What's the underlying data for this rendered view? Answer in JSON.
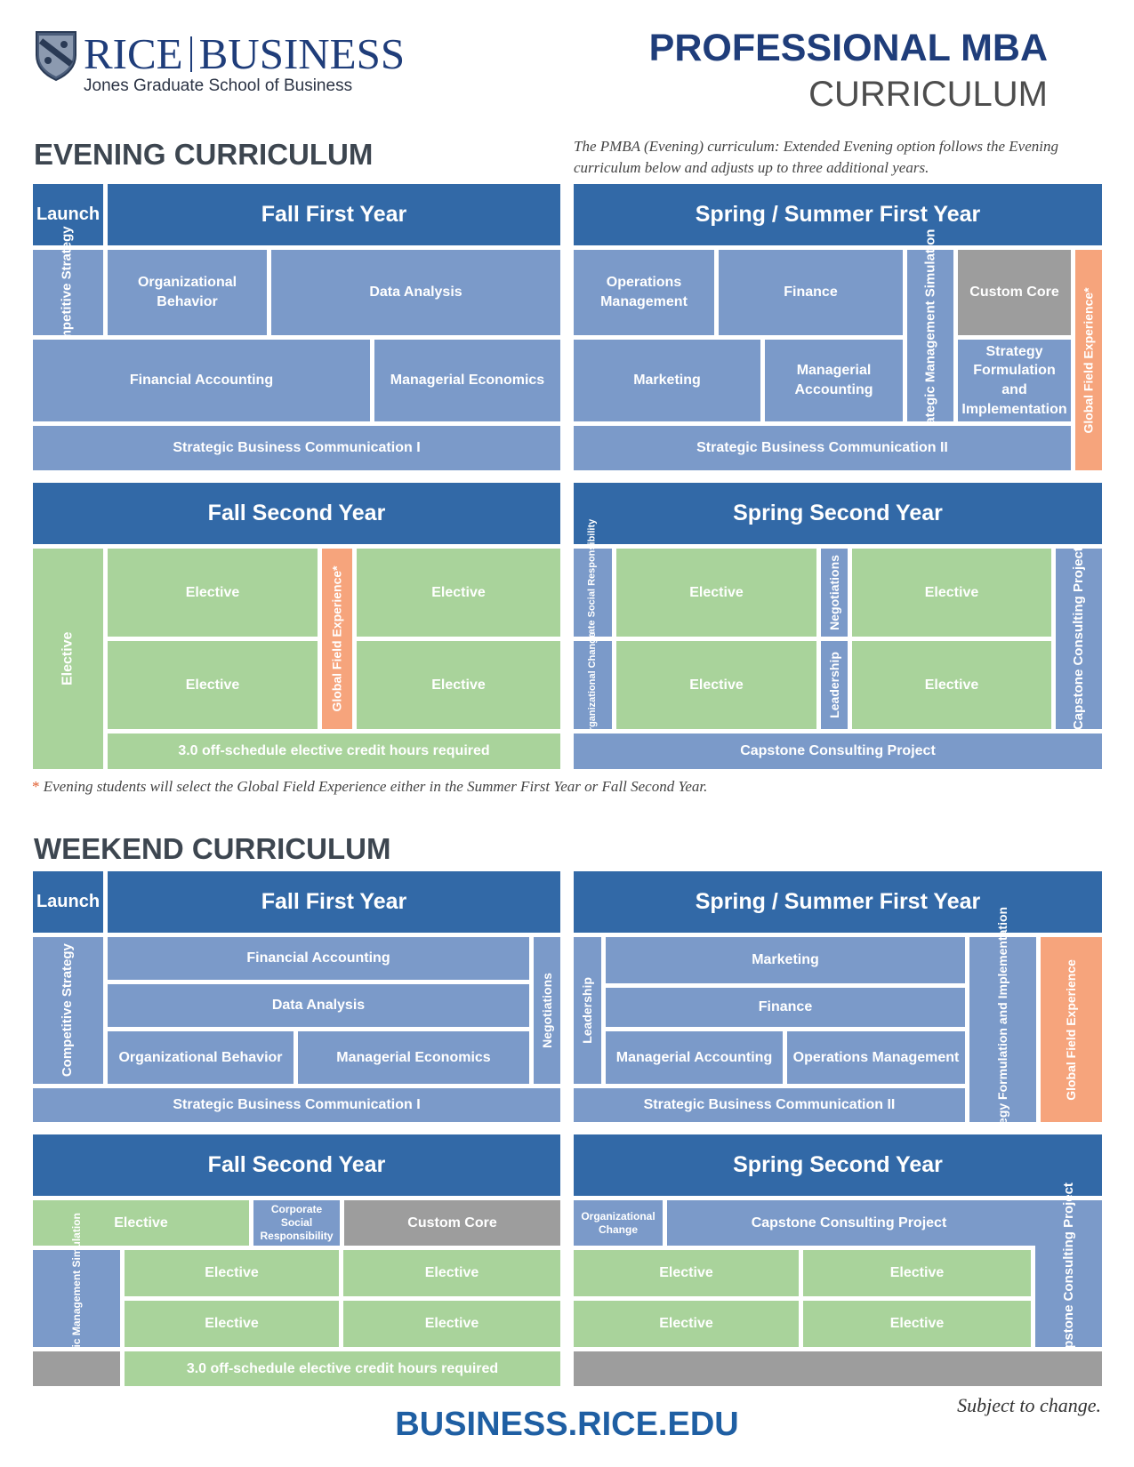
{
  "brand": {
    "rice": "RICE",
    "business": "BUSINESS",
    "school": "Jones Graduate School of Business",
    "program": "PROFESSIONAL MBA",
    "subtitle": "CURRICULUM"
  },
  "evening": {
    "title": "EVENING CURRICULUM",
    "note": "The PMBA (Evening) curriculum: Extended Evening option follows the Evening curriculum below and adjusts up to three additional years.",
    "launch": "Launch",
    "fall1": {
      "header": "Fall First Year",
      "competitive_strategy": "Competitive Strategy",
      "organizational_behavior": "Organizational Behavior",
      "data_analysis": "Data Analysis",
      "financial_accounting": "Financial Accounting",
      "managerial_economics": "Managerial Economics",
      "sbc1": "Strategic Business Communication I"
    },
    "spring1": {
      "header": "Spring / Summer First Year",
      "operations_management": "Operations Management",
      "finance": "Finance",
      "strategic_management_simulation": "Strategic Management Simulation",
      "custom_core": "Custom Core",
      "global_field_experience": "Global Field Experience*",
      "marketing": "Marketing",
      "managerial_accounting": "Managerial Accounting",
      "strategy_formulation": "Strategy Formulation and Implementation",
      "sbc2": "Strategic Business Communication II"
    },
    "fall2": {
      "header": "Fall Second Year",
      "elective": "Elective",
      "global_field_experience": "Global Field Experience*",
      "credit_note": "3.0 off-schedule elective credit hours required"
    },
    "spring2": {
      "header": "Spring Second Year",
      "csr": "Corporate Social Responsibility",
      "org_change": "Organizational Change",
      "negotiations": "Negotiations",
      "leadership": "Leadership",
      "elective": "Elective",
      "capstone": "Capstone Consulting Project"
    },
    "footnote_star": "*",
    "footnote": "Evening students will select the Global Field Experience either in the Summer First Year or Fall Second Year."
  },
  "weekend": {
    "title": "WEEKEND CURRICULUM",
    "launch": "Launch",
    "fall1": {
      "header": "Fall First Year",
      "competitive_strategy": "Competitive Strategy",
      "financial_accounting": "Financial Accounting",
      "data_analysis": "Data Analysis",
      "organizational_behavior": "Organizational Behavior",
      "managerial_economics": "Managerial Economics",
      "negotiations": "Negotiations",
      "sbc1": "Strategic Business Communication I"
    },
    "spring1": {
      "header": "Spring / Summer First Year",
      "leadership": "Leadership",
      "marketing": "Marketing",
      "finance": "Finance",
      "managerial_accounting": "Managerial Accounting",
      "operations_management": "Operations Management",
      "strategy_formulation": "Strategy Formulation and Implementation",
      "global_field_experience": "Global Field Experience",
      "sbc2": "Strategic Business Communication II"
    },
    "fall2": {
      "header": "Fall Second Year",
      "elective": "Elective",
      "csr": "Corporate Social Responsibility",
      "custom_core": "Custom Core",
      "strategic_management_simulation": "Strategic Management Simulation",
      "credit_note": "3.0 off-schedule elective credit hours required"
    },
    "spring2": {
      "header": "Spring Second Year",
      "org_change": "Organizational Change",
      "capstone": "Capstone Consulting Project",
      "elective": "Elective"
    }
  },
  "footer": {
    "disclaimer": "Subject to change.",
    "url": "BUSINESS.RICE.EDU"
  },
  "colors": {
    "header_blue": "#3269a7",
    "core_blue": "#7b9ac9",
    "elective_green": "#a9d39b",
    "custom_gray": "#9d9d9d",
    "gfe_orange": "#f6a47c",
    "brand_navy": "#1f3d7a"
  }
}
